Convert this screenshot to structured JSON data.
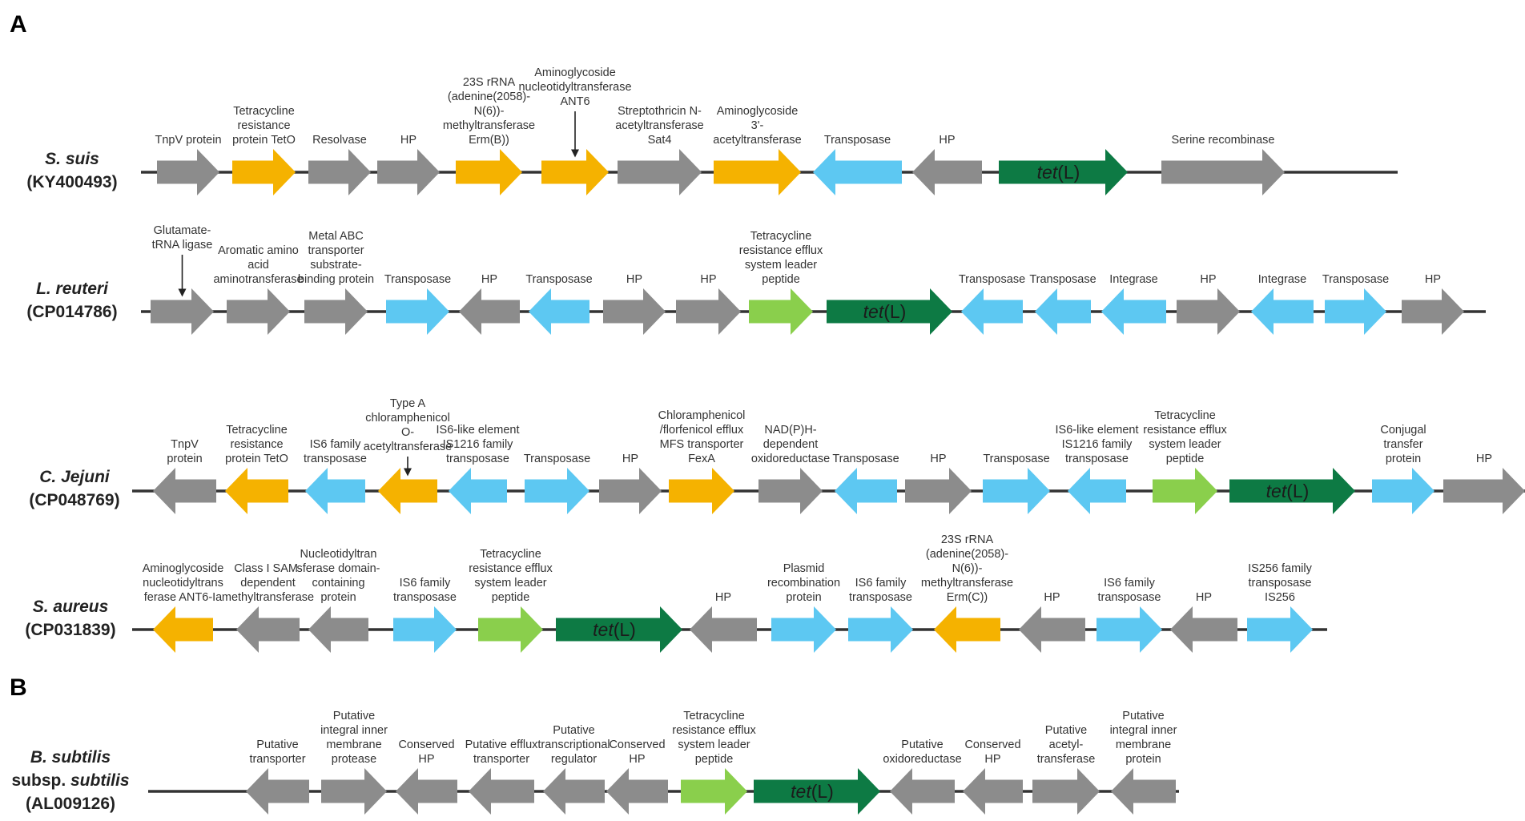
{
  "panels": [
    {
      "label": "A"
    },
    {
      "label": "B"
    }
  ],
  "colors": {
    "grey": "#8c8c8c",
    "orange": "#f5b200",
    "blue": "#5dc8f2",
    "lightgreen": "#8acf4c",
    "darkgreen": "#0d7a44"
  },
  "tracks": [
    {
      "organism": "S. suis",
      "accession": "(KY400493)",
      "genes": [
        {
          "label": [
            "TnpV protein"
          ],
          "color": "grey",
          "dir": "right"
        },
        {
          "label": [
            "Tetracycline",
            "resistance",
            "protein TetO"
          ],
          "color": "orange",
          "dir": "right"
        },
        {
          "label": [
            "Resolvase"
          ],
          "color": "grey",
          "dir": "right"
        },
        {
          "label": [
            "HP"
          ],
          "color": "grey",
          "dir": "right"
        },
        {
          "label": [
            "23S rRNA",
            "(adenine(2058)-",
            "N(6))-",
            "methyltransferase",
            "Erm(B))"
          ],
          "color": "orange",
          "dir": "right"
        },
        {
          "label": [
            "Aminoglycoside",
            "nucleotidyltransferase",
            "ANT6"
          ],
          "color": "orange",
          "dir": "right",
          "pointer": true
        },
        {
          "label": [
            "Streptothricin N-",
            "acetyltransferase",
            "Sat4"
          ],
          "color": "grey",
          "dir": "right"
        },
        {
          "label": [
            "Aminoglycoside",
            "3'-",
            "acetyltransferase"
          ],
          "color": "orange",
          "dir": "right"
        },
        {
          "label": [
            "Transposase"
          ],
          "color": "blue",
          "dir": "left"
        },
        {
          "label": [
            "HP"
          ],
          "color": "grey",
          "dir": "left"
        },
        {
          "label": [],
          "color": "darkgreen",
          "dir": "right",
          "tet": true
        },
        {
          "label": [
            "Serine recombinase"
          ],
          "color": "grey",
          "dir": "right"
        }
      ]
    },
    {
      "organism": "L. reuteri",
      "accession": "(CP014786)",
      "genes": [
        {
          "label": [
            "Glutamate-",
            "tRNA ligase"
          ],
          "color": "grey",
          "dir": "right",
          "pointer": true
        },
        {
          "label": [
            "Aromatic amino",
            "acid",
            "aminotransferase"
          ],
          "color": "grey",
          "dir": "right"
        },
        {
          "label": [
            "Metal ABC",
            "transporter",
            "substrate-",
            "binding protein"
          ],
          "color": "grey",
          "dir": "right"
        },
        {
          "label": [
            "Transposase"
          ],
          "color": "blue",
          "dir": "right"
        },
        {
          "label": [
            "HP"
          ],
          "color": "grey",
          "dir": "left"
        },
        {
          "label": [
            "Transposase"
          ],
          "color": "blue",
          "dir": "left"
        },
        {
          "label": [
            "HP"
          ],
          "color": "grey",
          "dir": "right"
        },
        {
          "label": [
            "HP"
          ],
          "color": "grey",
          "dir": "right"
        },
        {
          "label": [
            "Tetracycline",
            "resistance efflux",
            "system leader",
            "peptide"
          ],
          "color": "lightgreen",
          "dir": "right"
        },
        {
          "label": [],
          "color": "darkgreen",
          "dir": "right",
          "tet": true
        },
        {
          "label": [
            "Transposase"
          ],
          "color": "blue",
          "dir": "left"
        },
        {
          "label": [
            "Transposase"
          ],
          "color": "blue",
          "dir": "left"
        },
        {
          "label": [
            "Integrase"
          ],
          "color": "blue",
          "dir": "left"
        },
        {
          "label": [
            "HP"
          ],
          "color": "grey",
          "dir": "right"
        },
        {
          "label": [
            "Integrase"
          ],
          "color": "blue",
          "dir": "left"
        },
        {
          "label": [
            "Transposase"
          ],
          "color": "blue",
          "dir": "right"
        },
        {
          "label": [
            "HP"
          ],
          "color": "grey",
          "dir": "right"
        }
      ]
    },
    {
      "organism": "C. Jejuni",
      "accession": "(CP048769)",
      "genes": [
        {
          "label": [
            "TnpV",
            "protein"
          ],
          "color": "grey",
          "dir": "left"
        },
        {
          "label": [
            "Tetracycline",
            "resistance",
            "protein TetO"
          ],
          "color": "orange",
          "dir": "left"
        },
        {
          "label": [
            "IS6 family",
            "transposase"
          ],
          "color": "blue",
          "dir": "left"
        },
        {
          "label": [
            "Type A",
            "chloramphenicol",
            "O-",
            "acetyltransferase"
          ],
          "color": "orange",
          "dir": "left",
          "pointer": true
        },
        {
          "label": [
            "IS6-like element",
            "IS1216 family",
            "transposase"
          ],
          "color": "blue",
          "dir": "left"
        },
        {
          "label": [
            "Transposase"
          ],
          "color": "blue",
          "dir": "right"
        },
        {
          "label": [
            "HP"
          ],
          "color": "grey",
          "dir": "right"
        },
        {
          "label": [
            "Chloramphenicol",
            "/florfenicol efflux",
            "MFS transporter",
            "FexA"
          ],
          "color": "orange",
          "dir": "right"
        },
        {
          "label": [
            "NAD(P)H-",
            "dependent",
            "oxidoreductase"
          ],
          "color": "grey",
          "dir": "right"
        },
        {
          "label": [
            "Transposase"
          ],
          "color": "blue",
          "dir": "left"
        },
        {
          "label": [
            "HP"
          ],
          "color": "grey",
          "dir": "right"
        },
        {
          "label": [
            "Transposase"
          ],
          "color": "blue",
          "dir": "right"
        },
        {
          "label": [
            "IS6-like element",
            "IS1216 family",
            "transposase"
          ],
          "color": "blue",
          "dir": "left"
        },
        {
          "label": [
            "Tetracycline",
            "resistance efflux",
            "system leader",
            "peptide"
          ],
          "color": "lightgreen",
          "dir": "right"
        },
        {
          "label": [],
          "color": "darkgreen",
          "dir": "right",
          "tet": true
        },
        {
          "label": [
            "Conjugal",
            "transfer",
            "protein"
          ],
          "color": "blue",
          "dir": "right"
        },
        {
          "label": [
            "HP"
          ],
          "color": "grey",
          "dir": "right"
        }
      ]
    },
    {
      "organism": "S. aureus",
      "accession": "(CP031839)",
      "genes": [
        {
          "label": [
            "Aminoglycoside",
            "nucleotidyltrans",
            "ferase ANT6-Ia"
          ],
          "color": "orange",
          "dir": "left"
        },
        {
          "label": [
            "Class I SAM-",
            "dependent",
            "methyltransferase"
          ],
          "color": "grey",
          "dir": "left"
        },
        {
          "label": [
            "Nucleotidyltran",
            "sferase domain-",
            "containing",
            "protein"
          ],
          "color": "grey",
          "dir": "left"
        },
        {
          "label": [
            "IS6 family",
            "transposase"
          ],
          "color": "blue",
          "dir": "right"
        },
        {
          "label": [
            "Tetracycline",
            "resistance efflux",
            "system leader",
            "peptide"
          ],
          "color": "lightgreen",
          "dir": "right"
        },
        {
          "label": [],
          "color": "darkgreen",
          "dir": "right",
          "tet": true
        },
        {
          "label": [
            "HP"
          ],
          "color": "grey",
          "dir": "left"
        },
        {
          "label": [
            "Plasmid",
            "recombination",
            "protein"
          ],
          "color": "blue",
          "dir": "right"
        },
        {
          "label": [
            "IS6 family",
            "transposase"
          ],
          "color": "blue",
          "dir": "right"
        },
        {
          "label": [
            "23S rRNA",
            "(adenine(2058)-",
            "N(6))-",
            "methyltransferase",
            "Erm(C))"
          ],
          "color": "orange",
          "dir": "left"
        },
        {
          "label": [
            "HP"
          ],
          "color": "grey",
          "dir": "left"
        },
        {
          "label": [
            "IS6 family",
            "transposase"
          ],
          "color": "blue",
          "dir": "right"
        },
        {
          "label": [
            "HP"
          ],
          "color": "grey",
          "dir": "left"
        },
        {
          "label": [
            "IS256 family",
            "transposase",
            "IS256"
          ],
          "color": "blue",
          "dir": "right"
        }
      ]
    },
    {
      "organism": "B. subtilis",
      "subsp_prefix": "subsp. ",
      "subsp_name": "subtilis",
      "accession": "(AL009126)",
      "genes": [
        {
          "label": [
            "Putative",
            "transporter"
          ],
          "color": "grey",
          "dir": "left"
        },
        {
          "label": [
            "Putative",
            "integral inner",
            "membrane",
            "protease"
          ],
          "color": "grey",
          "dir": "right"
        },
        {
          "label": [
            "Conserved",
            "HP"
          ],
          "color": "grey",
          "dir": "left"
        },
        {
          "label": [
            "Putative efflux",
            "transporter"
          ],
          "color": "grey",
          "dir": "left"
        },
        {
          "label": [
            "Putative",
            "transcriptional",
            "regulator"
          ],
          "color": "grey",
          "dir": "left"
        },
        {
          "label": [
            "Conserved",
            "HP"
          ],
          "color": "grey",
          "dir": "left"
        },
        {
          "label": [
            "Tetracycline",
            "resistance efflux",
            "system leader",
            "peptide"
          ],
          "color": "lightgreen",
          "dir": "right"
        },
        {
          "label": [],
          "color": "darkgreen",
          "dir": "right",
          "tet": true
        },
        {
          "label": [
            "Putative",
            "oxidoreductase"
          ],
          "color": "grey",
          "dir": "left"
        },
        {
          "label": [
            "Conserved",
            "HP"
          ],
          "color": "grey",
          "dir": "left"
        },
        {
          "label": [
            "Putative",
            "acetyl-",
            "transferase"
          ],
          "color": "grey",
          "dir": "right"
        },
        {
          "label": [
            "Putative",
            "integral inner",
            "membrane",
            "protein"
          ],
          "color": "grey",
          "dir": "left"
        }
      ]
    }
  ],
  "tet_gene": {
    "italic": "tet",
    "suffix": "(L)"
  }
}
